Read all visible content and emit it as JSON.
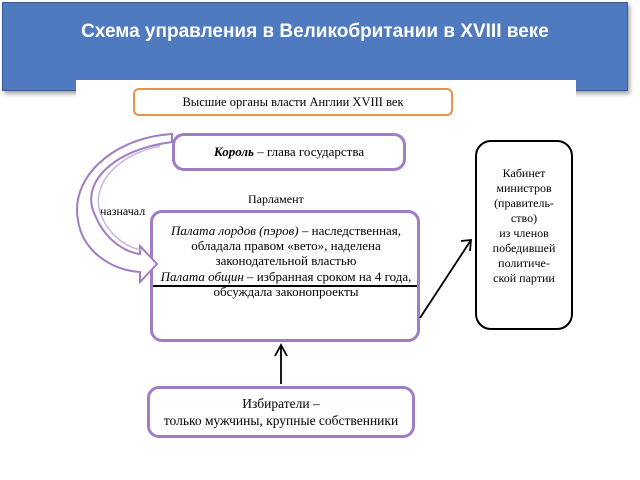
{
  "header": {
    "title": "Схема управления в Великобритании в XVIII веке"
  },
  "diagram": {
    "top_box": "Высшие органы власти Англии XVIII век",
    "king": {
      "title": "Король",
      "rest": " – глава государства"
    },
    "parliament_label": "Парламент",
    "appoints_label": "назначал",
    "parliament_box": {
      "lords_title": "Палата лордов (пэров)",
      "lords_rest": " – наследственная, обладала правом «вето», наделена законодательной властью",
      "commons_title": "Палата общин",
      "commons_rest": " – избранная сроком на 4 года, обсуждала законопроекты"
    },
    "cabinet_lines": [
      "Кабинет",
      "министров",
      "(правитель-",
      "ство)",
      "из членов",
      "победившей",
      "политиче-",
      "ской партии"
    ],
    "voters_line1": "Избиратели –",
    "voters_line2": "только мужчины, крупные собственники"
  }
}
